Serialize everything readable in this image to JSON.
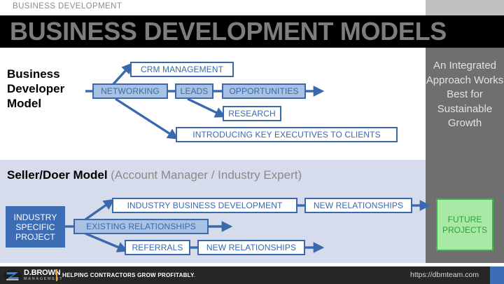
{
  "breadcrumb": "BUSINESS DEVELOPMENT",
  "title": "BUSINESS DEVELOPMENT MODELS",
  "sidebar": {
    "message": "An Integrated Approach Works Best for Sustainable Growth",
    "future_box": "FUTURE\nPROJECTS"
  },
  "business_developer": {
    "label": "Business\nDeveloper\nModel",
    "nodes": {
      "networking": "NETWORKING",
      "crm": "CRM MANAGEMENT",
      "leads": "LEADS",
      "opportunities": "OPPORTUNITIES",
      "research": "RESEARCH",
      "introducing": "INTRODUCING KEY EXECUTIVES TO CLIENTS"
    }
  },
  "seller_doer": {
    "label_bold": "Seller/Doer Model",
    "label_gray": "(Account Manager / Industry Expert)",
    "nodes": {
      "industry_project": "INDUSTRY\nSPECIFIC\nPROJECT",
      "existing_relationships": "EXISTING RELATIONSHIPS",
      "industry_bd": "INDUSTRY BUSINESS DEVELOPMENT",
      "new_relationships_top": "NEW RELATIONSHIPS",
      "referrals": "REFERRALS",
      "new_relationships_bottom": "NEW RELATIONSHIPS"
    }
  },
  "footer": {
    "brand": "D.BROWN",
    "brand_sub": "MANAGEMENT",
    "tagline": "HELPING CONTRACTORS GROW PROFITABLY",
    "tagline_dot": ".",
    "url": "https://dbmteam.com"
  },
  "colors": {
    "accent_blue": "#3a69ad",
    "fill_blue": "#a9c1e2",
    "dark_blue": "#3c6cb4",
    "panel_blue": "#d6dcec",
    "gray_col": "#6f6f6f",
    "green": "#3cb54a",
    "green_fill": "#a9e9a6",
    "orange": "#e8a33d"
  }
}
